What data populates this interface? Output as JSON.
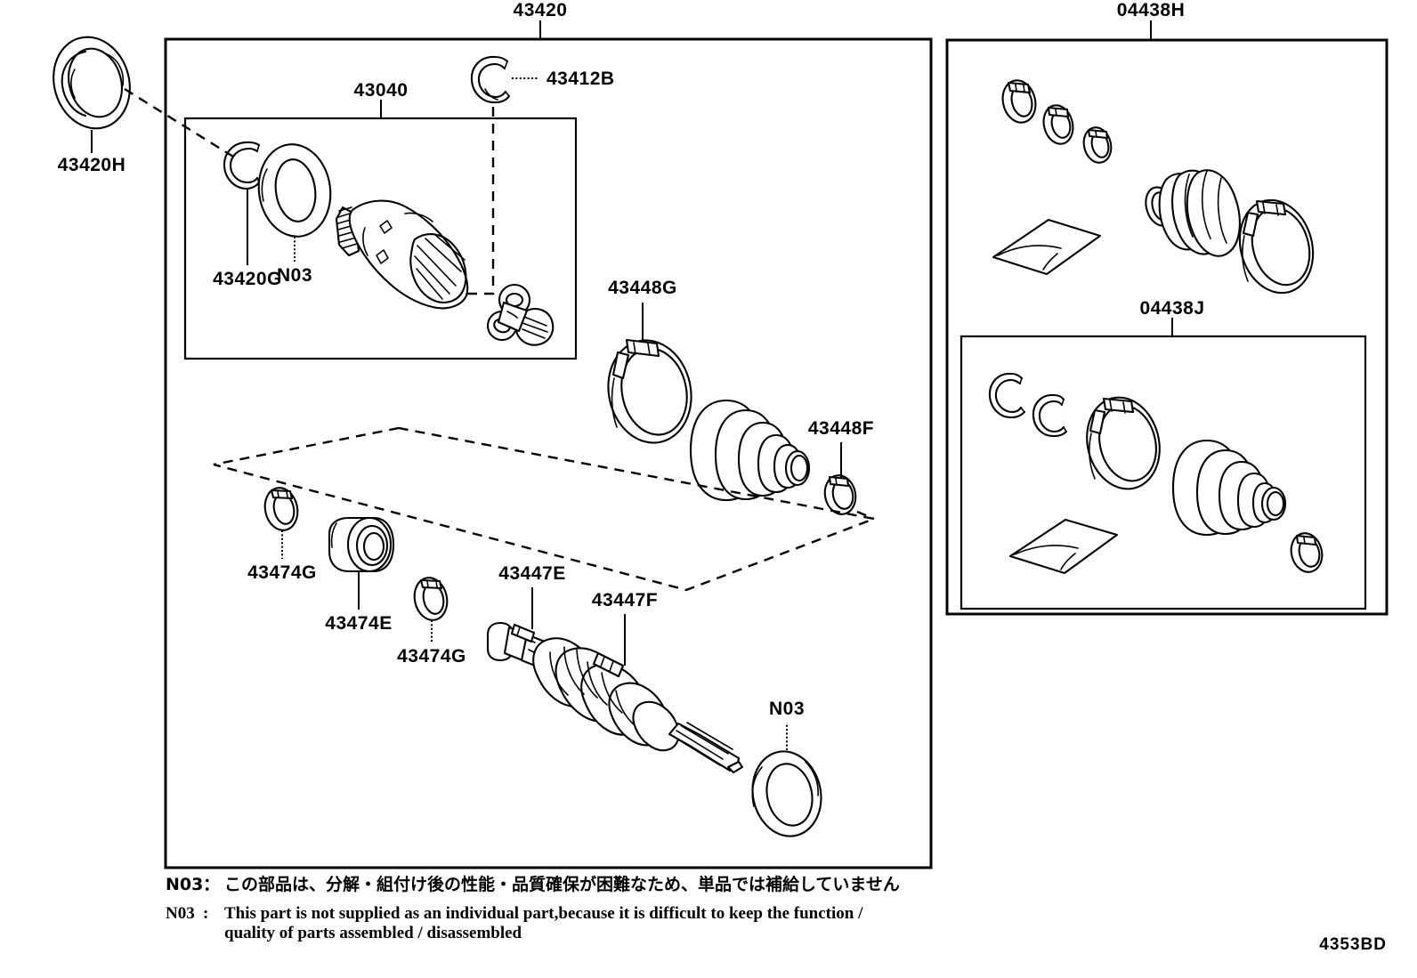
{
  "diagram": {
    "sheet_code": "4353BD",
    "main_group": {
      "label": "43420",
      "inner_group_label": "43040"
    },
    "labels": {
      "p_43420": "43420",
      "p_43420h": "43420H",
      "p_43040": "43040",
      "p_43412b": "43412B",
      "p_43420g": "43420G",
      "p_n03_a": "N03",
      "p_43448g": "43448G",
      "p_43448f": "43448F",
      "p_43474g_1": "43474G",
      "p_43474e": "43474E",
      "p_43474g_2": "43474G",
      "p_43447e": "43447E",
      "p_43447f": "43447F",
      "p_n03_b": "N03",
      "p_04438h": "04438H",
      "p_04438j": "04438J"
    },
    "parts": [
      {
        "number": "43420",
        "name": "front-drive-shaft-assembly-group",
        "kind": "group-box"
      },
      {
        "number": "43420H",
        "name": "oil-seal-ring",
        "kind": "seal"
      },
      {
        "number": "43040",
        "name": "inboard-joint-sub-assembly-group",
        "kind": "group-box"
      },
      {
        "number": "43412B",
        "name": "snap-ring",
        "kind": "snap-ring"
      },
      {
        "number": "43420G",
        "name": "snap-ring-c-clip",
        "kind": "snap-ring"
      },
      {
        "number": "N03",
        "name": "washer-ring-not-supplied-separately",
        "kind": "ring"
      },
      {
        "number": "43448G",
        "name": "boot-clamp-large",
        "kind": "clamp"
      },
      {
        "number": "43448F",
        "name": "boot-clamp-small",
        "kind": "clamp"
      },
      {
        "number": "43474G",
        "name": "boot-clamp-small",
        "kind": "clamp"
      },
      {
        "number": "43474E",
        "name": "damper-bush",
        "kind": "damper"
      },
      {
        "number": "43447E",
        "name": "boot-clamp-small",
        "kind": "clamp"
      },
      {
        "number": "43447F",
        "name": "boot-clamp-large",
        "kind": "clamp"
      },
      {
        "number": "04438H",
        "name": "boot-kit-front-drive-outboard",
        "kind": "kit-box"
      },
      {
        "number": "04438J",
        "name": "boot-kit-front-drive-inboard",
        "kind": "kit-box"
      }
    ],
    "notes": [
      {
        "tag": "N03",
        "separator": "：",
        "text": "この部品は、分解・組付け後の性能・品質確保が困難なため、単品では補給していません",
        "lang": "ja"
      },
      {
        "tag": "N03",
        "separator": ":",
        "line1": "This part is not supplied as an individual part,because it is difficult to keep the function /",
        "line2": "quality of parts assembled / disassembled",
        "lang": "en"
      }
    ],
    "colors": {
      "line": "#000000",
      "background": "#ffffff"
    }
  }
}
